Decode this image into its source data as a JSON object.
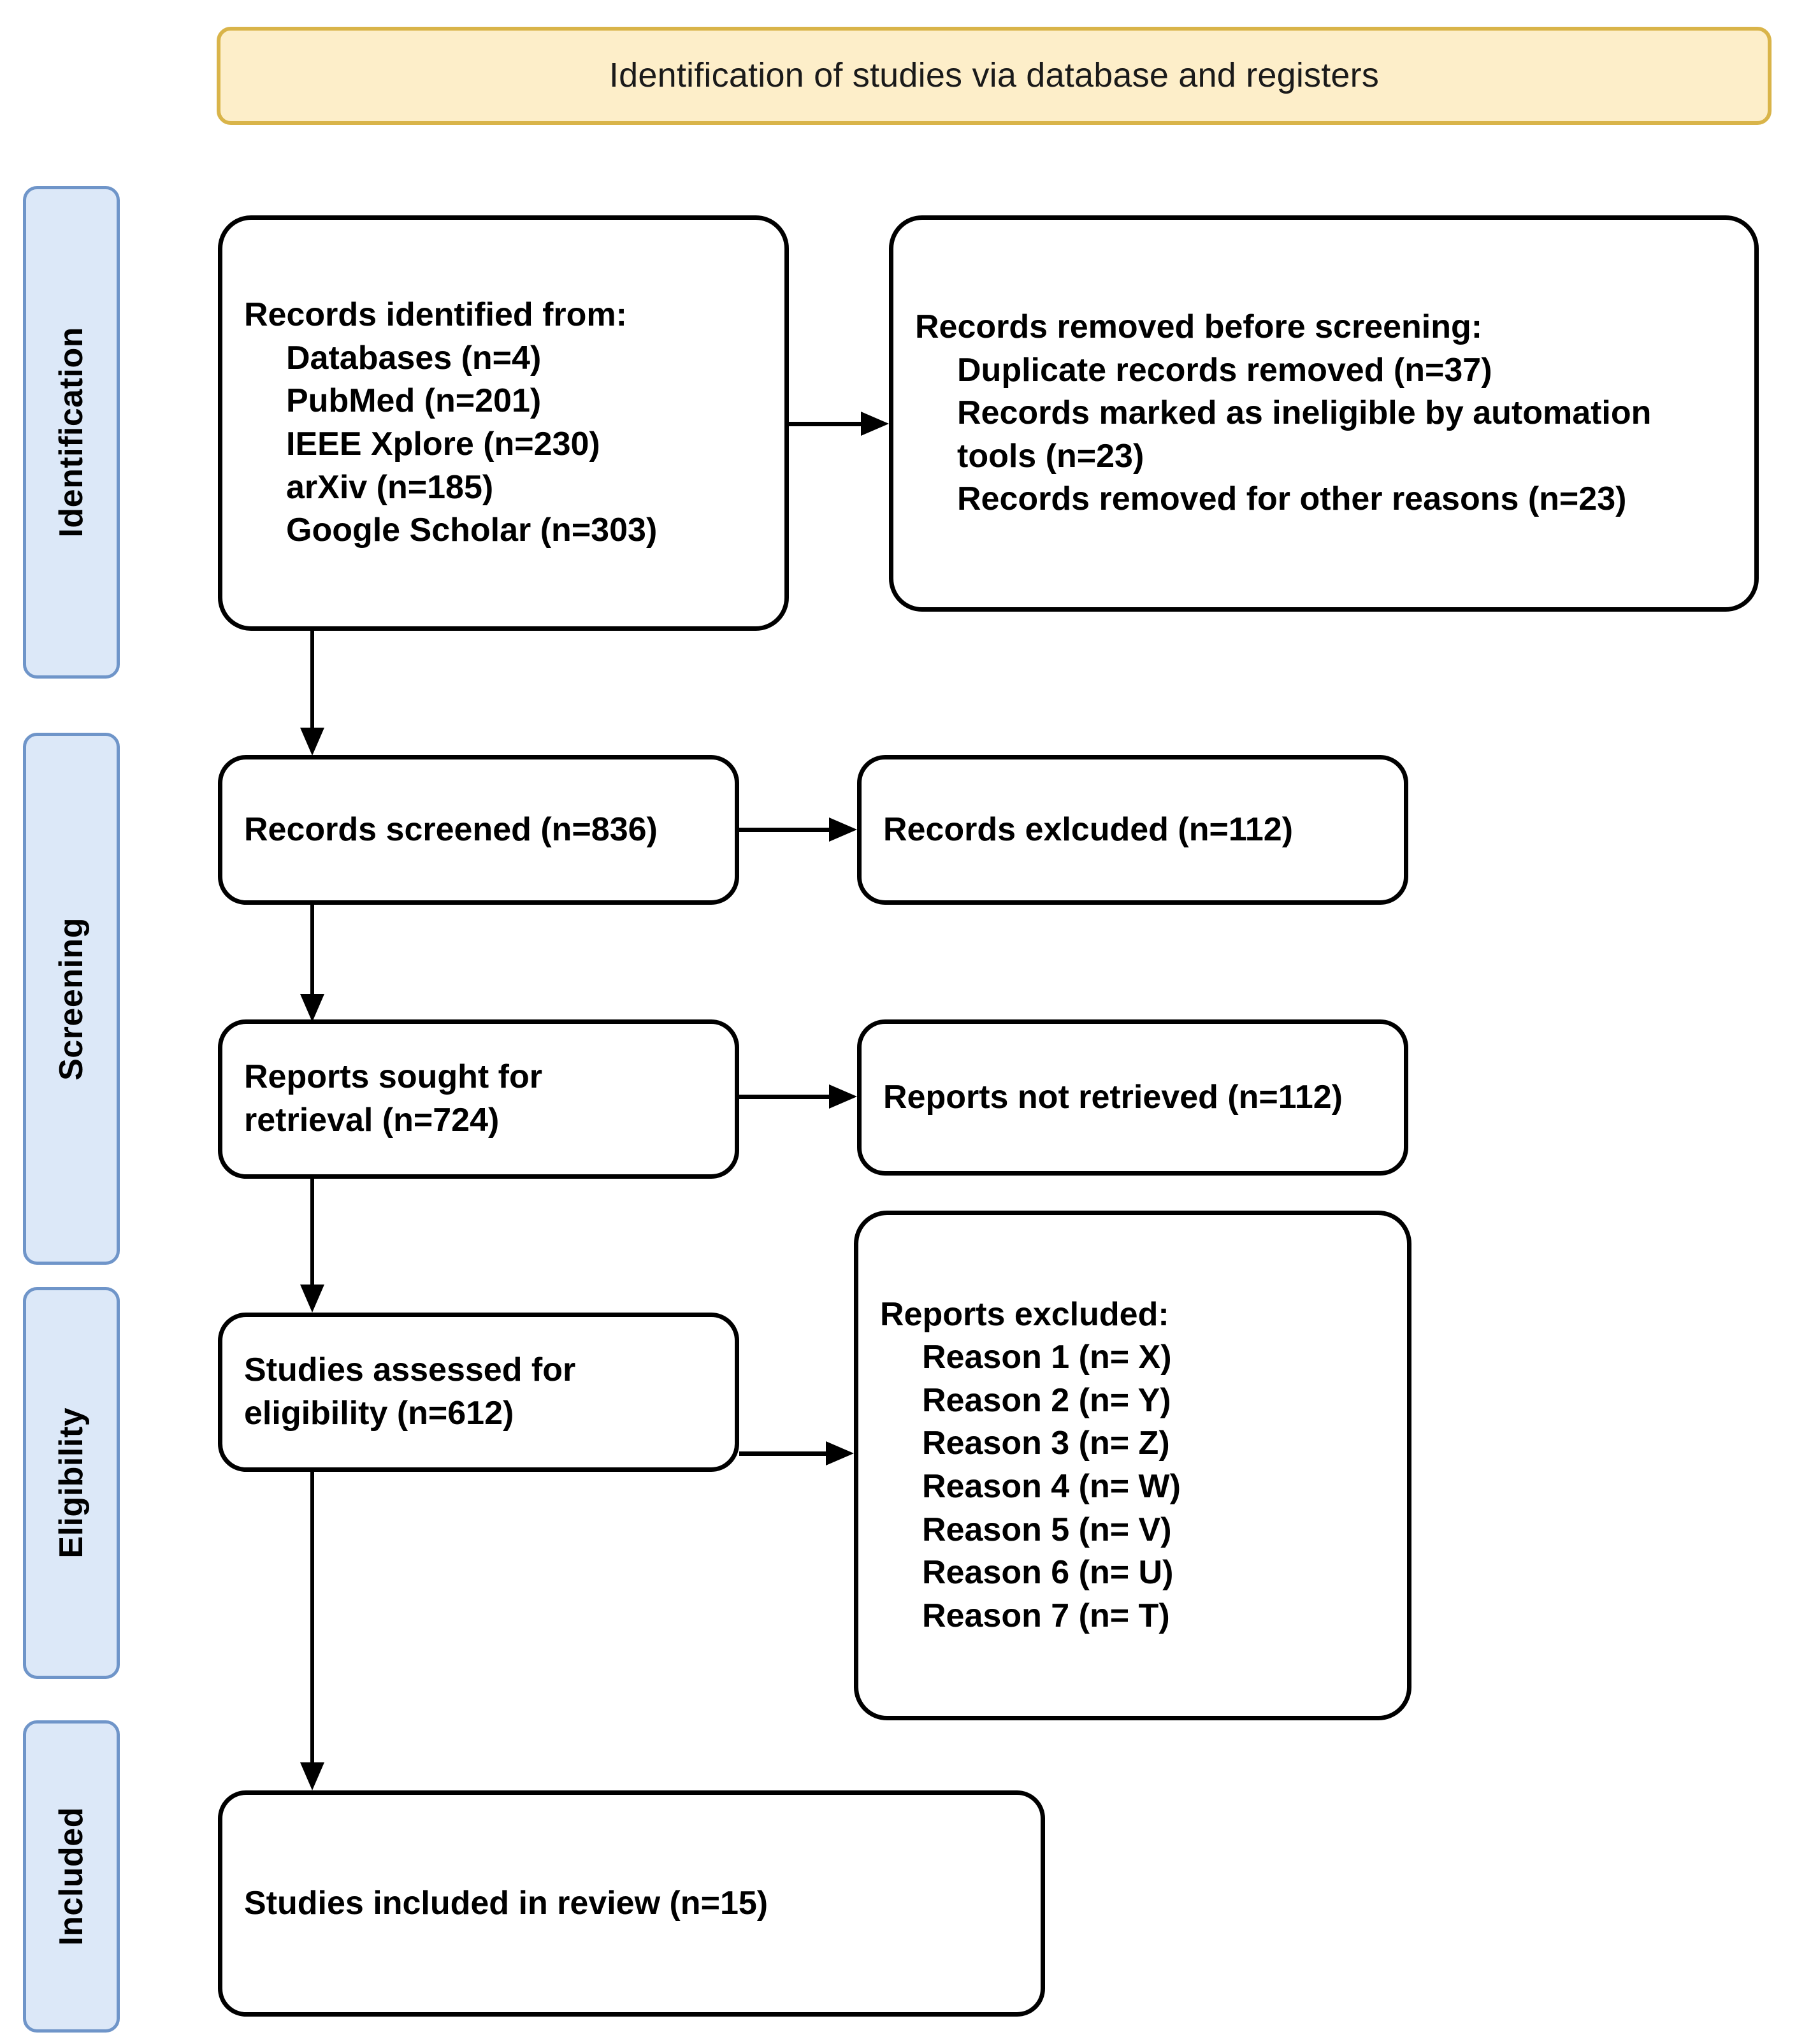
{
  "header": {
    "title": "Identification of studies via database and registers"
  },
  "stages": [
    {
      "id": "identification",
      "label": "Identification"
    },
    {
      "id": "screening",
      "label": "Screening"
    },
    {
      "id": "eligibility",
      "label": "Eligibility"
    },
    {
      "id": "included",
      "label": "Included"
    }
  ],
  "boxes": {
    "records_identified": {
      "title": "Records identified from:",
      "items": [
        "Databases (n=4)",
        "PubMed (n=201)",
        "IEEE Xplore (n=230)",
        "arXiv (n=185)",
        "Google Scholar (n=303)"
      ]
    },
    "records_removed": {
      "title": "Records removed before screening:",
      "items": [
        "Duplicate records removed (n=37)",
        "Records marked as ineligible by automation tools (n=23)",
        "Records removed for other reasons (n=23)"
      ]
    },
    "records_screened": {
      "text": "Records screened (n=836)"
    },
    "records_excluded": {
      "text": "Records exlcuded (n=112)"
    },
    "reports_sought": {
      "line1": "Reports sought for",
      "line2": "retrieval (n=724)"
    },
    "reports_not_retrieved": {
      "text": "Reports not retrieved (n=112)"
    },
    "studies_assessed": {
      "line1": "Studies assessed for",
      "line2": "eligibility (n=612)"
    },
    "reports_excluded": {
      "title": "Reports excluded:",
      "items": [
        "Reason 1 (n= X)",
        "Reason 2 (n= Y)",
        "Reason 3 (n= Z)",
        "Reason 4 (n= W)",
        "Reason 5 (n= V)",
        "Reason 6 (n= U)",
        "Reason 7 (n= T)"
      ]
    },
    "studies_included": {
      "text": "Studies included in review (n=15)"
    }
  },
  "colors": {
    "header_fill": "#fdeec9",
    "header_border": "#d9b449",
    "stage_fill": "#dce8f8",
    "stage_border": "#6f95c9",
    "box_border": "#000000",
    "box_fill": "#ffffff",
    "text": "#000000"
  }
}
